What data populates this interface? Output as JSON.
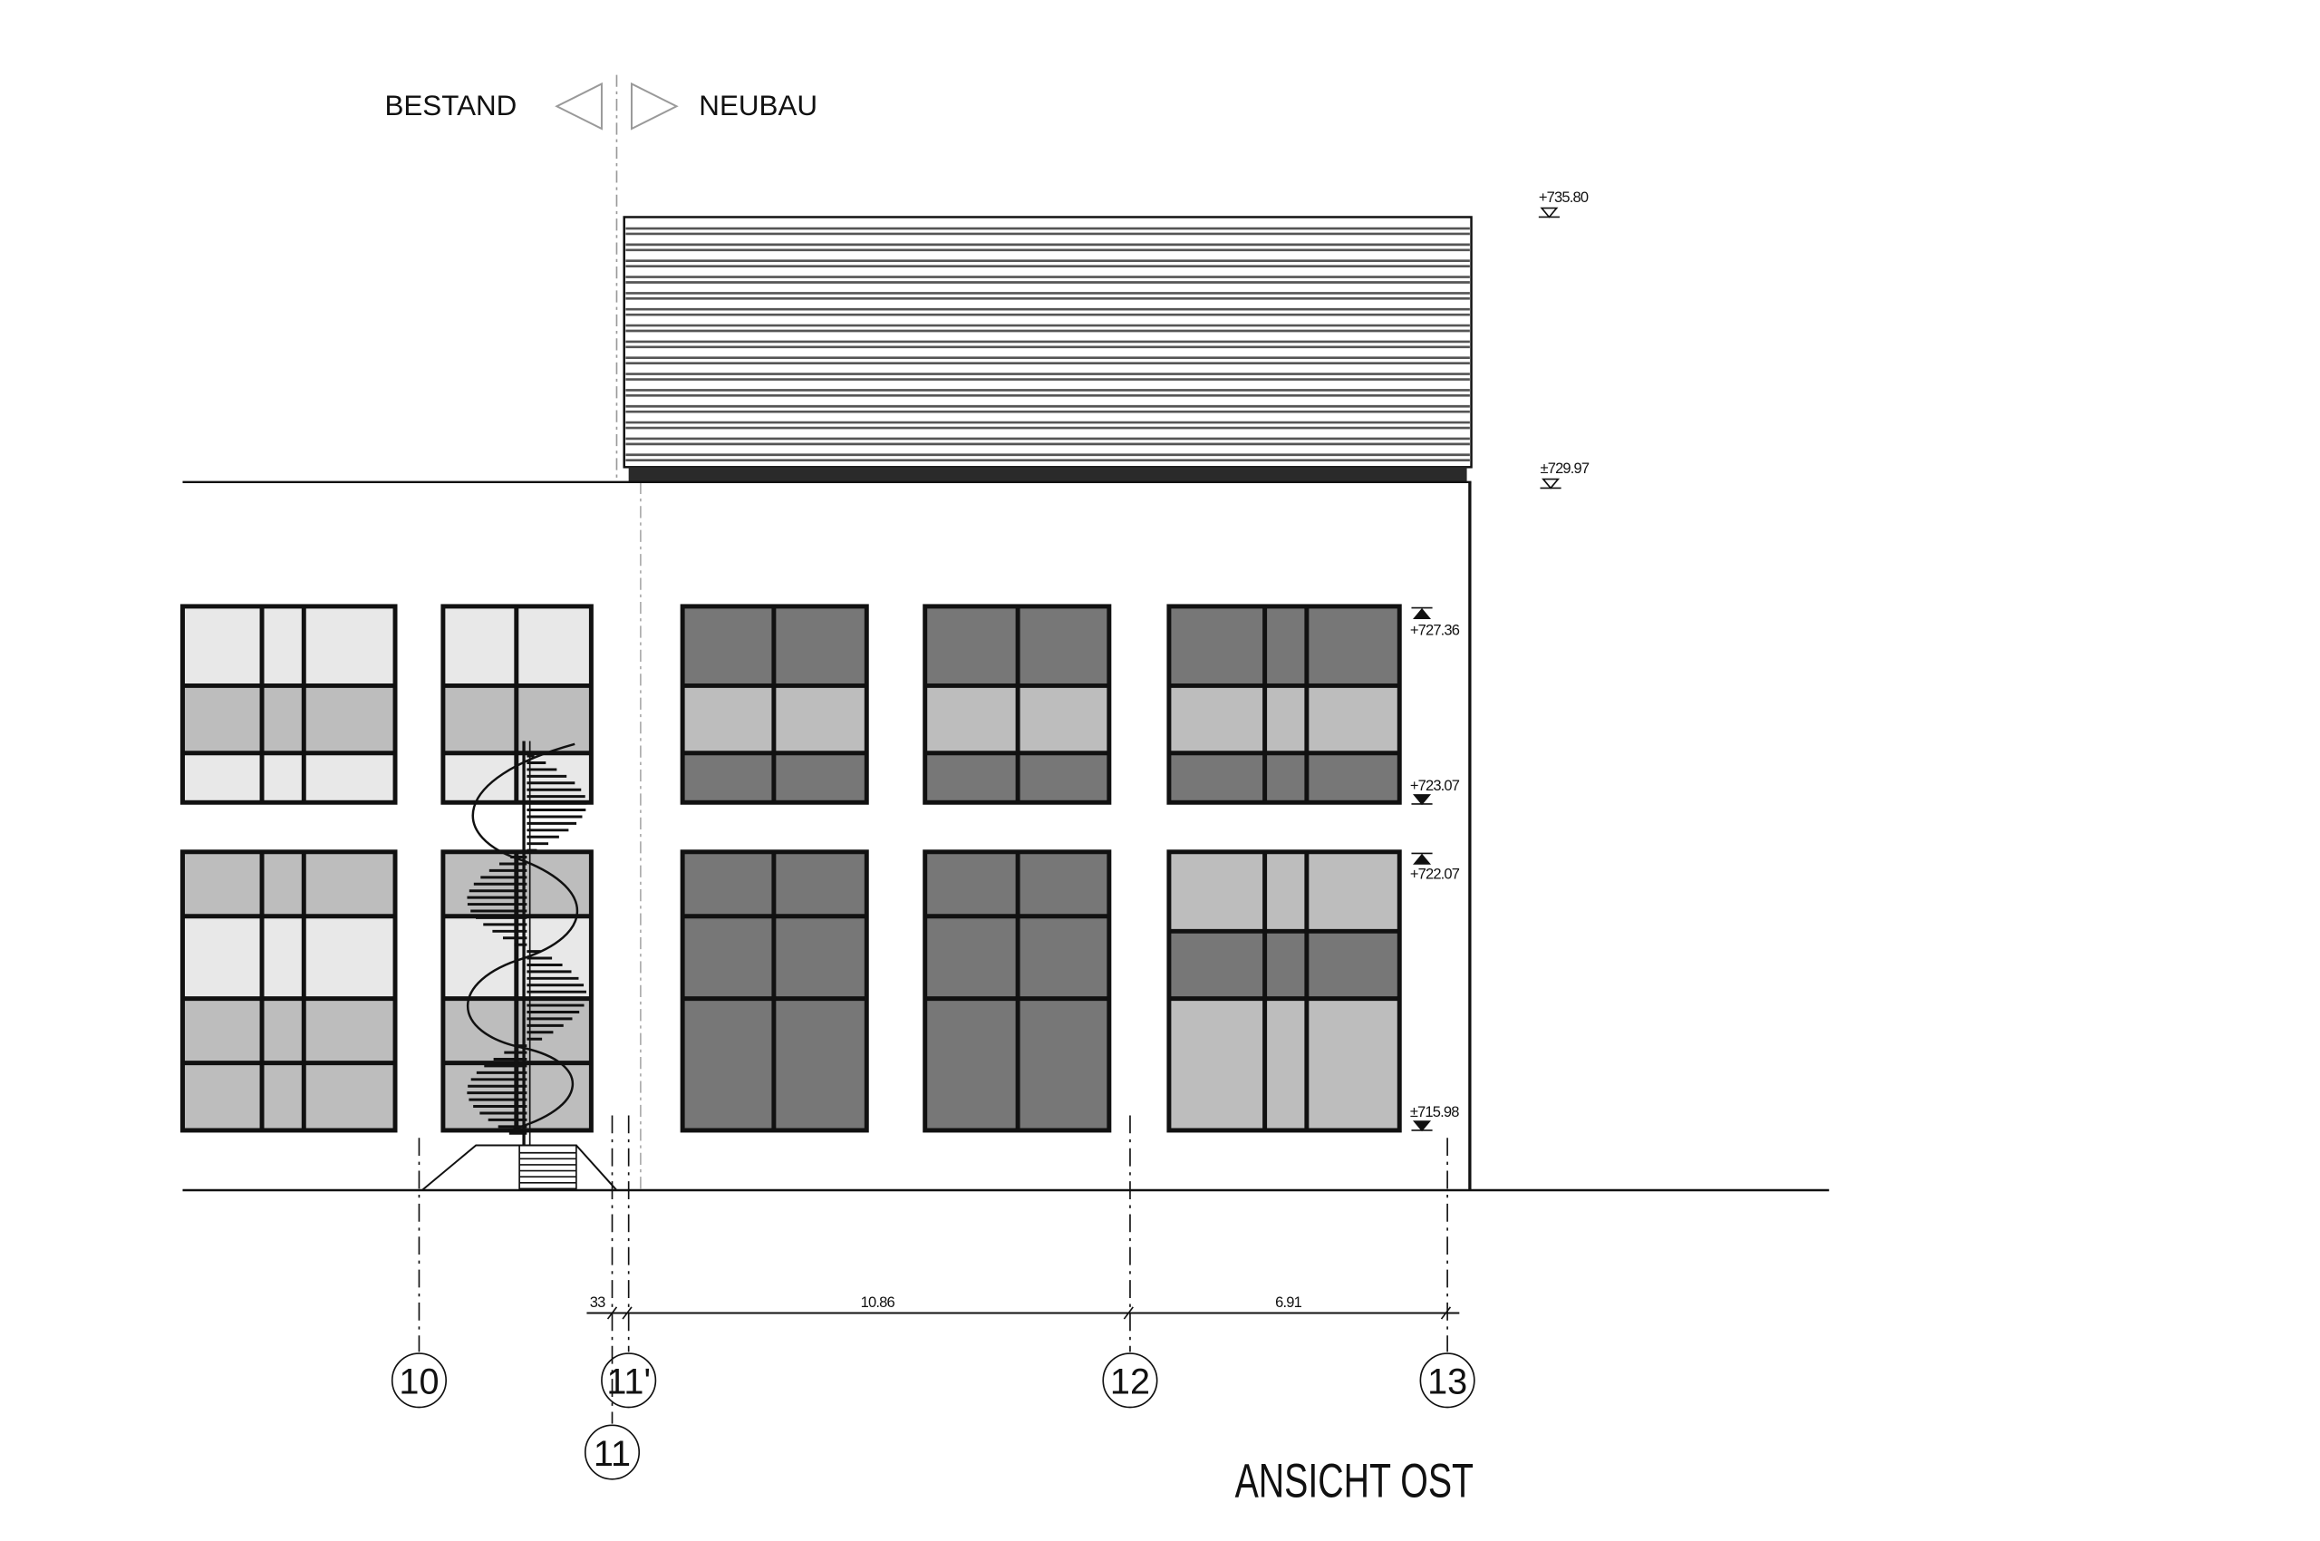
{
  "drawing": {
    "title": "ANSICHT OST",
    "existing_label": "BESTAND",
    "new_label": "NEUBAU",
    "elevations": {
      "roof_top": "+735.80",
      "roof_base": "±729.97",
      "window_upper_top": "+727.36",
      "window_upper_bottom": "+723.07",
      "window_lower_top": "+722.07",
      "ground": "±715.98"
    },
    "dimensions": {
      "d1": "33",
      "d2": "10.86",
      "d3": "6.91"
    },
    "axes": {
      "a10": "10",
      "a11p": "11'",
      "a11": "11",
      "a12": "12",
      "a13": "13"
    },
    "colors": {
      "dark_glass": "#777777",
      "light_glass": "#bdbdbd",
      "existing_pale": "#e8e8e8",
      "line": "#111111"
    }
  }
}
